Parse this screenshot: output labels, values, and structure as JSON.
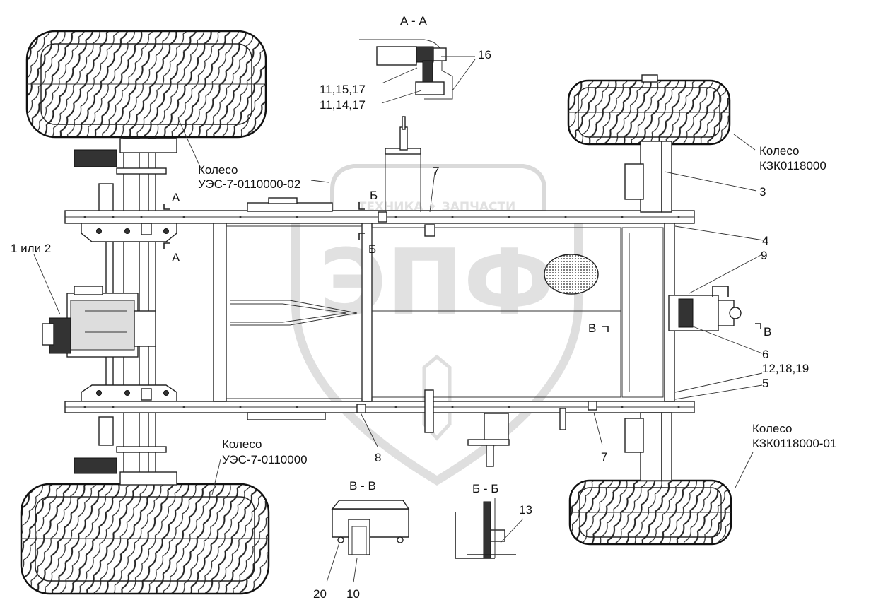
{
  "sections": {
    "aa": "А - А",
    "bb": "Б - Б",
    "vv": "В - В"
  },
  "section_marks": {
    "a_top": "А",
    "a_bottom": "А",
    "b_top": "Б",
    "b_bottom": "Б",
    "v_left": "В",
    "v_right": "В"
  },
  "wheels": {
    "top_left": [
      "Колесо",
      "УЭС-7-0110000-02"
    ],
    "bottom_left": [
      "Колесо",
      "УЭС-7-0110000"
    ],
    "top_right": [
      "Колесо",
      "КЗК0118000"
    ],
    "bottom_right": [
      "Колесо",
      "КЗК0118000-01"
    ]
  },
  "callouts": {
    "c1": "1 или 2",
    "c3": "3",
    "c4": "4",
    "c5": "5",
    "c6": "6",
    "c7_top": "7",
    "c7_bottom": "7",
    "c8": "8",
    "c9": "9",
    "c10": "10",
    "c13": "13",
    "c16": "16",
    "c20": "20",
    "c11_15_17": "11,15,17",
    "c11_14_17": "11,14,17",
    "c12_18_19": "12,18,19"
  },
  "watermark": {
    "main": "ЭПФ",
    "ribbon": "ТЕХНИКА  ✦  ЗАПЧАСТИ"
  }
}
